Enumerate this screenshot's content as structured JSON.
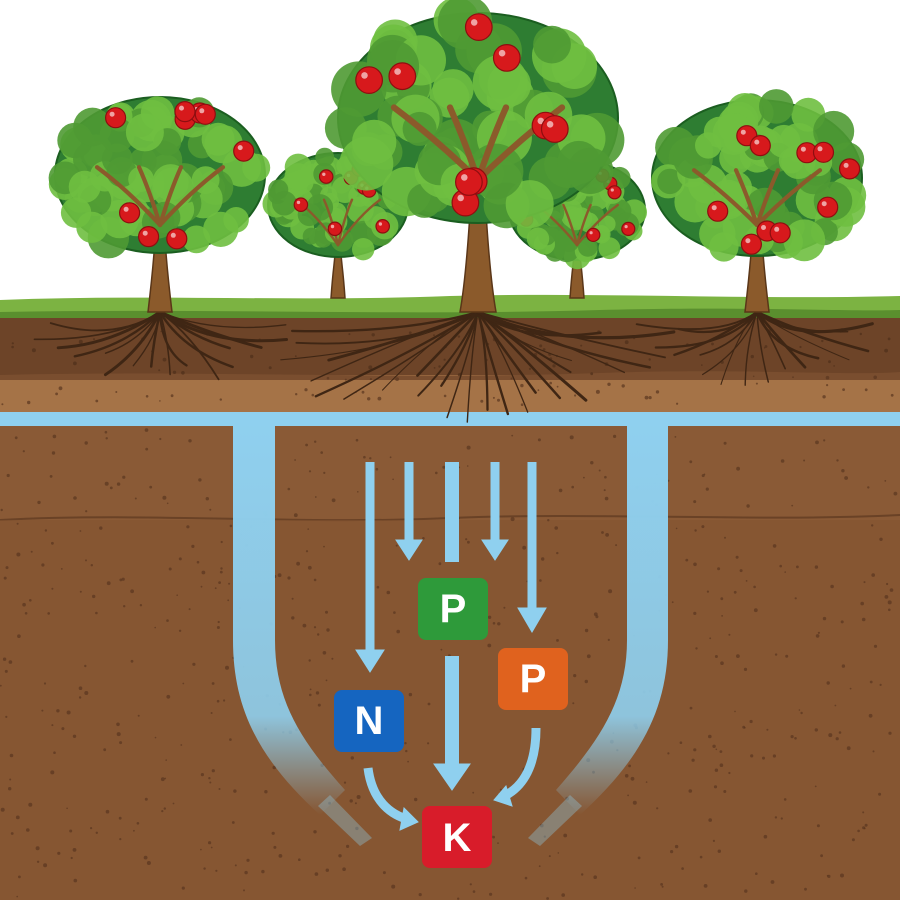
{
  "colors": {
    "sky": "#ffffff",
    "grass": "#7cb342",
    "topsoil": "#6d4428",
    "subsoil": "#a57347",
    "deep_soil": "#8a5a36",
    "water": "#8fd0ef",
    "root": "#8b5a2b",
    "leaf_dark": "#2e7d32",
    "leaf_light": "#6fbf40",
    "apple": "#d7191c"
  },
  "nutrients": [
    {
      "id": "n",
      "label": "N",
      "color": "#1565c0"
    },
    {
      "id": "p-green",
      "label": "P",
      "color": "#2e9a3a"
    },
    {
      "id": "p-orange",
      "label": "P",
      "color": "#e0621e"
    },
    {
      "id": "k",
      "label": "K",
      "color": "#d81c2a"
    }
  ],
  "trees": [
    {
      "id": "left",
      "size": "large",
      "depth": "front"
    },
    {
      "id": "back-left",
      "size": "small",
      "depth": "back"
    },
    {
      "id": "center",
      "size": "largest",
      "depth": "front"
    },
    {
      "id": "back-right",
      "size": "small",
      "depth": "back"
    },
    {
      "id": "right",
      "size": "large",
      "depth": "front"
    }
  ]
}
